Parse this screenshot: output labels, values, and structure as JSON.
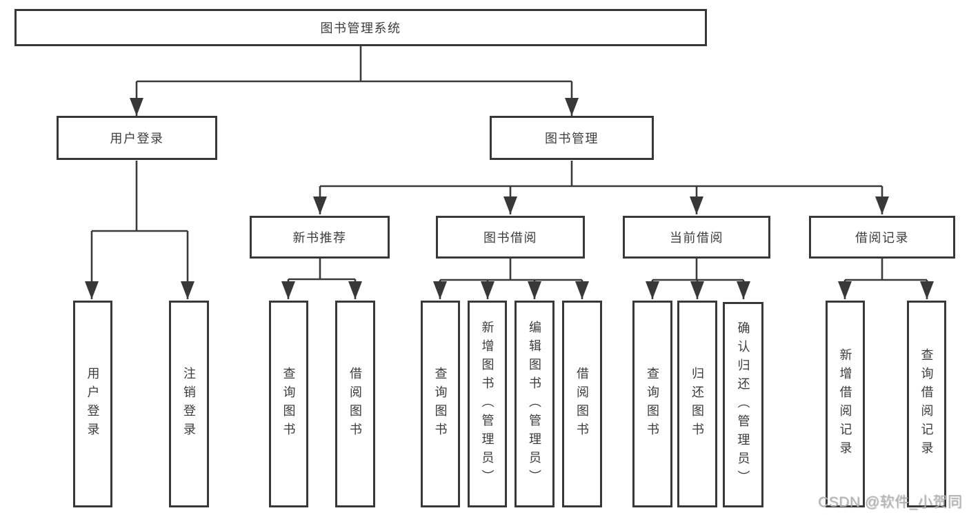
{
  "title": "图书管理系统",
  "level2": [
    {
      "label": "用户登录",
      "children": [
        "用户登录",
        "注销登录"
      ]
    },
    {
      "label": "图书管理"
    }
  ],
  "level3": [
    {
      "label": "新书推荐",
      "children": [
        "查询图书",
        "借阅图书"
      ]
    },
    {
      "label": "图书借阅",
      "children": [
        "查询图书",
        "新增图书（管理员）",
        "编辑图书（管理员）",
        "借阅图书"
      ]
    },
    {
      "label": "当前借阅",
      "children": [
        "查询图书",
        "归还图书",
        "确认归还（管理员）"
      ]
    },
    {
      "label": "借阅记录",
      "children": [
        "新增借阅记录",
        "查询借阅记录"
      ]
    }
  ],
  "watermark": "CSDN @软件_小贺同学",
  "colors": {
    "border": "#383838",
    "line": "#3a3a3a",
    "text": "#3c3c3c",
    "watermark": "#b3b3b3",
    "background": "#ffffff"
  }
}
